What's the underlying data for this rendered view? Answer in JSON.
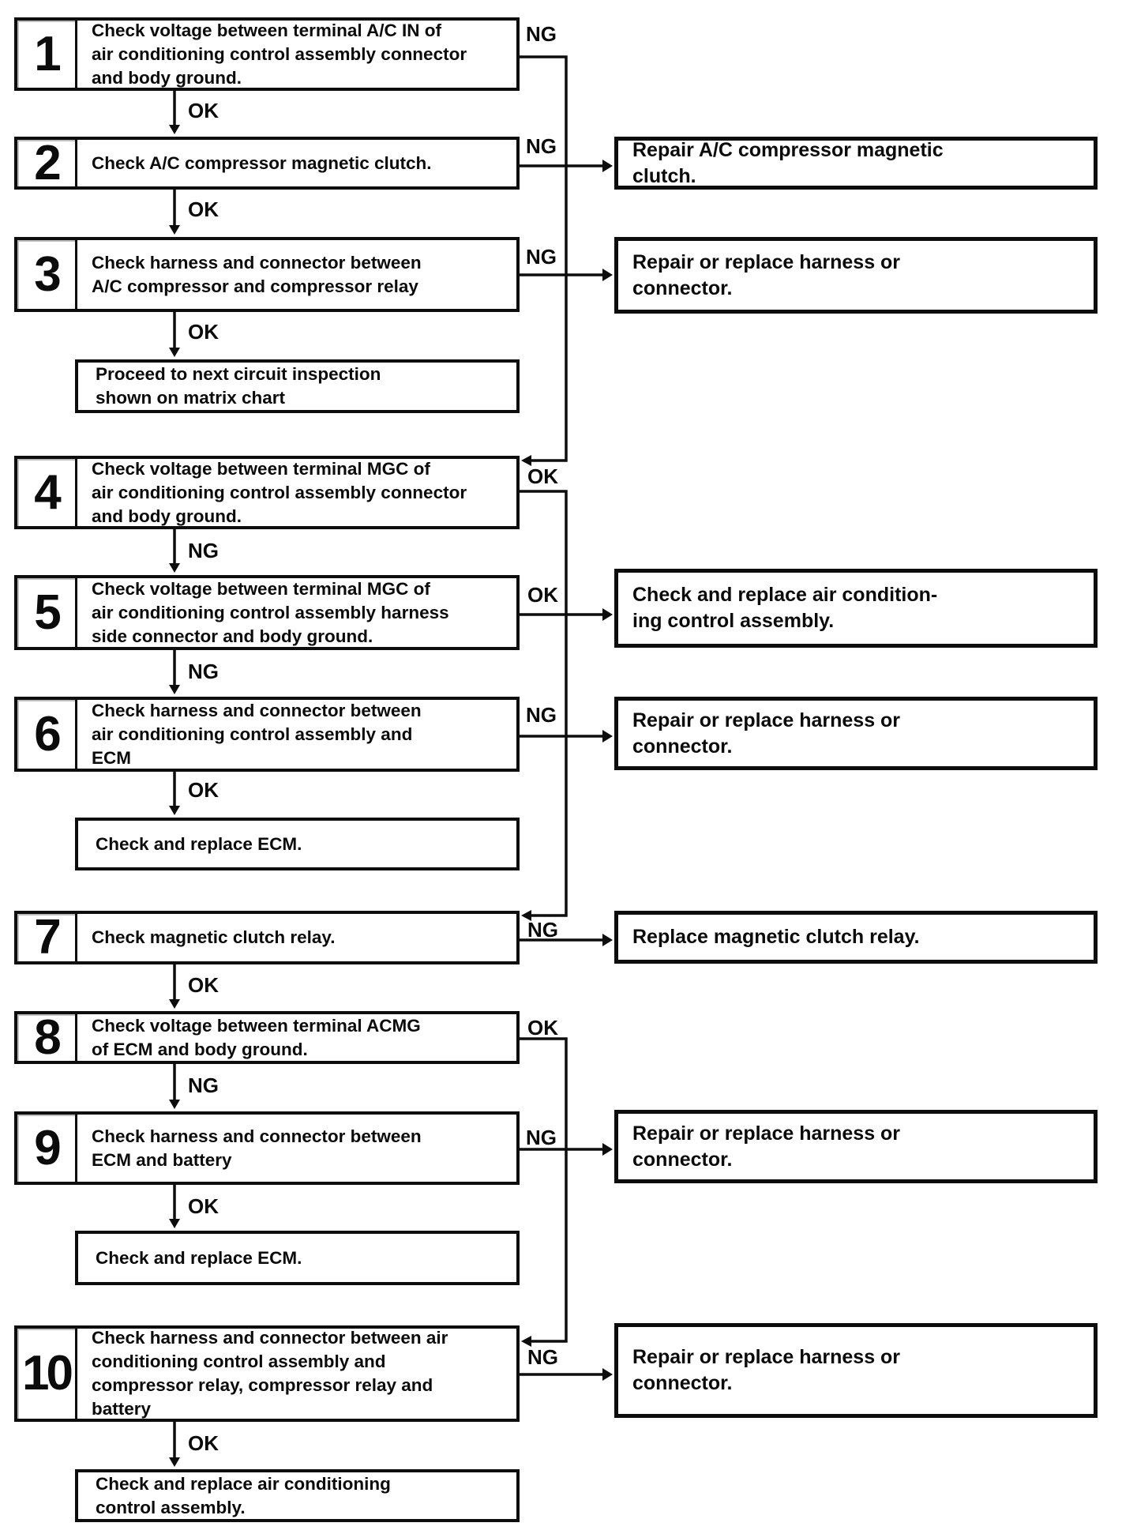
{
  "flowchart": {
    "colors": {
      "ink": "#0d0d0d",
      "paper": "#ffffff"
    },
    "steps": [
      {
        "num": "1",
        "text": "Check voltage between terminal A/C IN of\nair conditioning control assembly connector\nand body ground.",
        "down_label": "OK",
        "side_label": "NG"
      },
      {
        "num": "2",
        "text": "Check A/C compressor magnetic clutch.",
        "down_label": "OK",
        "side_label": "NG"
      },
      {
        "num": "3",
        "text": "Check harness and connector between\nA/C compressor and compressor relay",
        "down_label": "OK",
        "side_label": "NG"
      },
      {
        "num": "4",
        "text": "Check voltage between terminal MGC of\nair conditioning control assembly connector\nand body ground.",
        "down_label": "NG",
        "side_label": "OK"
      },
      {
        "num": "5",
        "text": "Check voltage between terminal MGC of\nair conditioning control assembly harness\nside connector and body ground.",
        "down_label": "NG",
        "side_label": "OK"
      },
      {
        "num": "6",
        "text": "Check harness and connector between\nair conditioning control assembly and\nECM",
        "down_label": "OK",
        "side_label": "NG"
      },
      {
        "num": "7",
        "text": "Check magnetic clutch relay.",
        "down_label": "OK",
        "side_label": "NG"
      },
      {
        "num": "8",
        "text": "Check voltage between terminal ACMG\nof ECM and body ground.",
        "down_label": "NG",
        "side_label": "OK"
      },
      {
        "num": "9",
        "text": "Check harness and connector between\nECM and battery",
        "down_label": "OK",
        "side_label": "NG"
      },
      {
        "num": "10",
        "text": "Check harness and connector between air\nconditioning control assembly and\ncompressor relay, compressor relay and\nbattery",
        "down_label": "OK",
        "side_label": "NG"
      }
    ],
    "results": [
      {
        "text": "Proceed to next circuit inspection\nshown on matrix chart"
      },
      {
        "text": "Check and replace ECM."
      },
      {
        "text": "Check and replace ECM."
      },
      {
        "text": "Check and replace air conditioning\ncontrol assembly."
      }
    ],
    "actions": [
      {
        "text": "Repair A/C compressor magnetic\nclutch."
      },
      {
        "text": "Repair or replace harness or\nconnector."
      },
      {
        "text": "Check and replace air condition-\ning control assembly."
      },
      {
        "text": "Repair or replace harness or\nconnector."
      },
      {
        "text": "Replace magnetic clutch relay."
      },
      {
        "text": "Repair or replace harness or\nconnector."
      },
      {
        "text": "Repair or replace harness or\nconnector."
      }
    ]
  }
}
